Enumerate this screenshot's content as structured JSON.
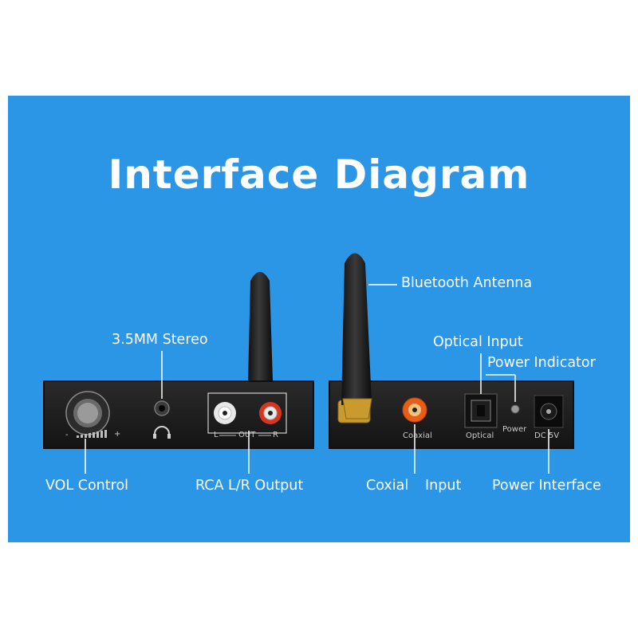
{
  "title": "Interface Diagram",
  "colors": {
    "background": "#2b95e6",
    "text": "#ffffff",
    "device_body": "#1e1e1e",
    "rca_left": "#e8e8e8",
    "rca_right": "#d7361e",
    "coaxial": "#e85d18",
    "antenna_connector": "#c99a2e"
  },
  "callouts": {
    "stereo": "3.5MM Stereo",
    "vol": "VOL Control",
    "rca": "RCA L/R Output",
    "bt_antenna": "Bluetooth Antenna",
    "optical": "Optical Input",
    "power_ind": "Power Indicator",
    "coaxial": "Coxial",
    "input": "Input",
    "power_iface": "Power Interface"
  },
  "device_labels": {
    "knob_minus": "-",
    "knob_plus": "+",
    "rca_l": "L",
    "rca_out": "OUT",
    "rca_r": "R",
    "coaxial": "Coaxial",
    "optical": "Optical",
    "power": "Power",
    "dc": "DC 5V"
  }
}
